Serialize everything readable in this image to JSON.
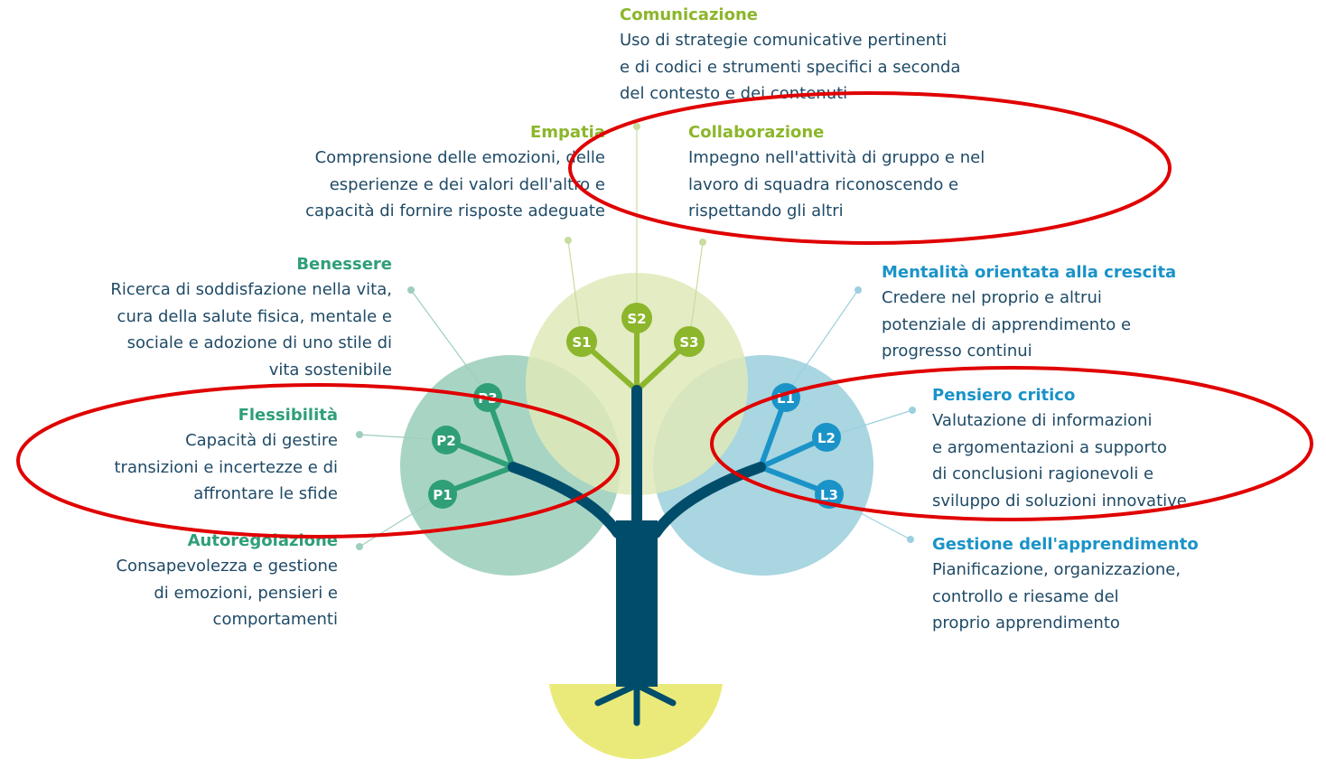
{
  "colors": {
    "social_leaf": "#dfe9b8",
    "personal_leaf": "#a8d5c3",
    "learning_leaf": "#a9d6e0",
    "social_node": "#8cb62b",
    "personal_node": "#2f9f78",
    "learning_node": "#1a93c8",
    "trunk": "#004d6b",
    "soil": "#eaea7a",
    "highlight_ellipse": "#e00000",
    "body_text": "#1f4a66"
  },
  "nodes": {
    "s1": "S1",
    "s2": "S2",
    "s3": "S3",
    "p1": "P1",
    "p2": "P2",
    "p3": "P3",
    "l1": "L1",
    "l2": "L2",
    "l3": "L3"
  },
  "competences": {
    "comunicazione": {
      "title": "Comunicazione",
      "lines": [
        "Uso di strategie comunicative pertinenti",
        "e di codici e strumenti specifici a seconda",
        "del contesto e dei contenuti"
      ]
    },
    "empatia": {
      "title": "Empatia",
      "lines": [
        "Comprensione delle emozioni, delle",
        "esperienze e dei valori dell'altro e",
        "capacità di fornire risposte adeguate"
      ]
    },
    "collaborazione": {
      "title": "Collaborazione",
      "lines": [
        "Impegno nell'attività di gruppo e nel",
        "lavoro di squadra riconoscendo e",
        "rispettando gli altri"
      ]
    },
    "benessere": {
      "title": "Benessere",
      "lines": [
        "Ricerca di soddisfazione nella vita,",
        "cura della salute fisica, mentale e",
        "sociale e adozione di uno stile di",
        "vita sostenibile"
      ]
    },
    "flessibilita": {
      "title": "Flessibilità",
      "lines": [
        "Capacità di gestire",
        "transizioni e incertezze e di",
        "affrontare le sfide"
      ]
    },
    "autoregolazione": {
      "title": "Autoregolazione",
      "lines": [
        "Consapevolezza e gestione",
        "di emozioni, pensieri e",
        "comportamenti"
      ]
    },
    "mentalita": {
      "title": "Mentalità orientata alla crescita",
      "lines": [
        "Credere nel proprio e altrui",
        "potenziale di apprendimento e",
        "progresso continui"
      ]
    },
    "pensiero": {
      "title": "Pensiero critico",
      "lines": [
        "Valutazione di informazioni",
        "e argomentazioni a supporto",
        "di conclusioni ragionevoli e",
        "sviluppo di soluzioni innovative"
      ]
    },
    "gestione": {
      "title": "Gestione dell'apprendimento",
      "lines": [
        "Pianificazione, organizzazione,",
        "controllo e riesame del",
        "proprio apprendimento"
      ]
    }
  }
}
